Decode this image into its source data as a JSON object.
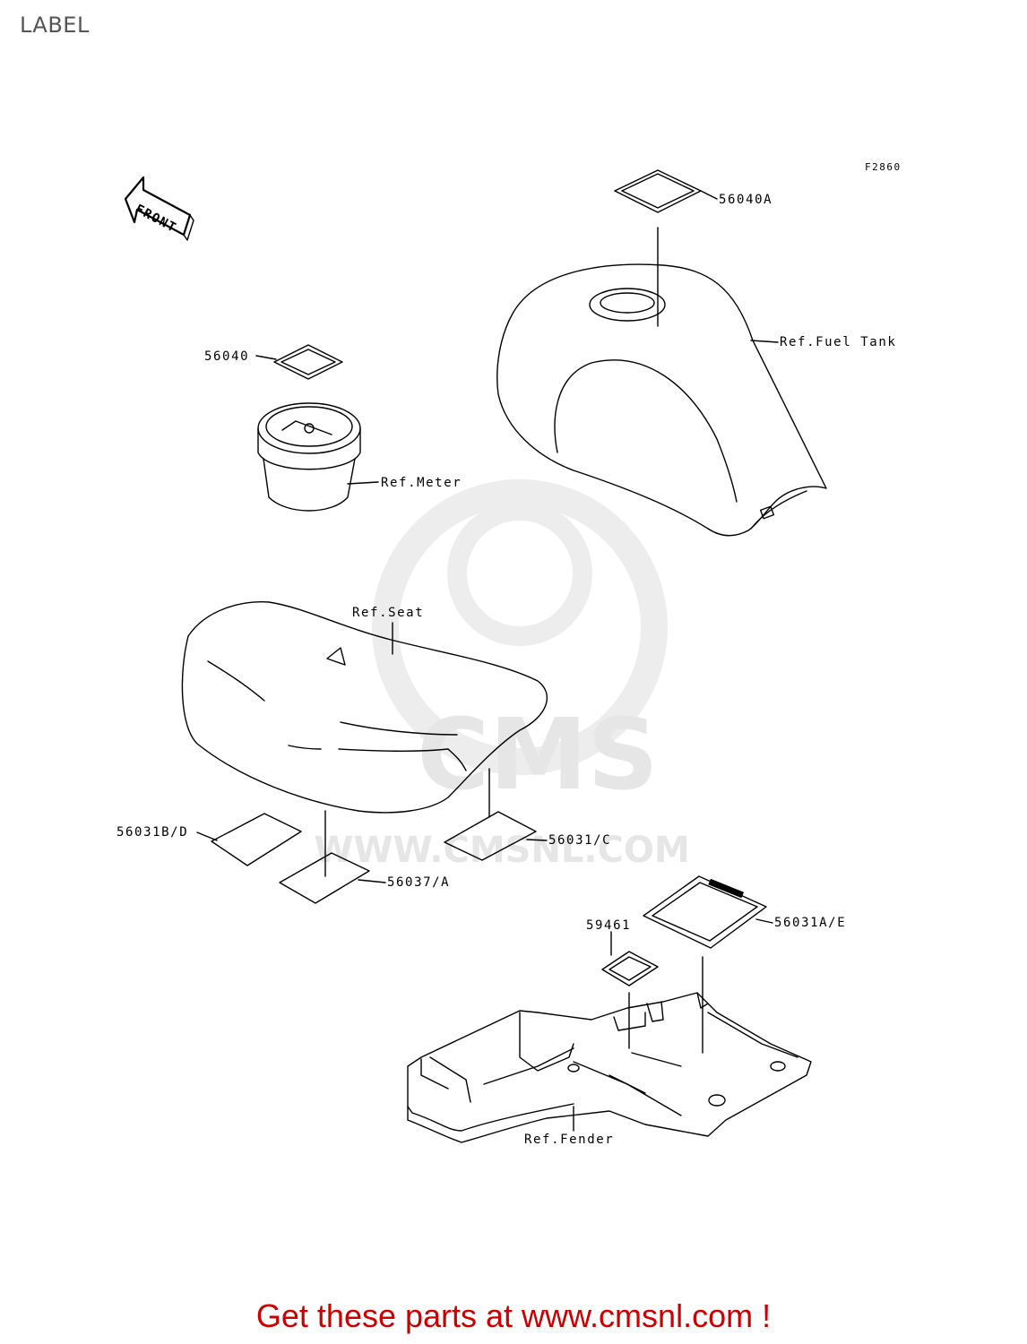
{
  "page": {
    "title": "LABEL"
  },
  "figure": {
    "id": "F2860"
  },
  "orientation": {
    "front_label": "FRONT"
  },
  "watermark": {
    "site": "WWW.CMSNL.COM",
    "brand": "CMS"
  },
  "footer": {
    "text": "Get these parts at www.cmsnl.com !",
    "color": "#cc0000"
  },
  "callouts": {
    "part_56040a": "56040A",
    "ref_fuel_tank": "Ref.Fuel Tank",
    "part_56040": "56040",
    "ref_meter": "Ref.Meter",
    "ref_seat": "Ref.Seat",
    "part_56031bd": "56031B/D",
    "part_56031c": "56031/C",
    "part_56037a": "56037/A",
    "part_59461": "59461",
    "part_56031ae": "56031A/E",
    "ref_fender": "Ref.Fender"
  }
}
